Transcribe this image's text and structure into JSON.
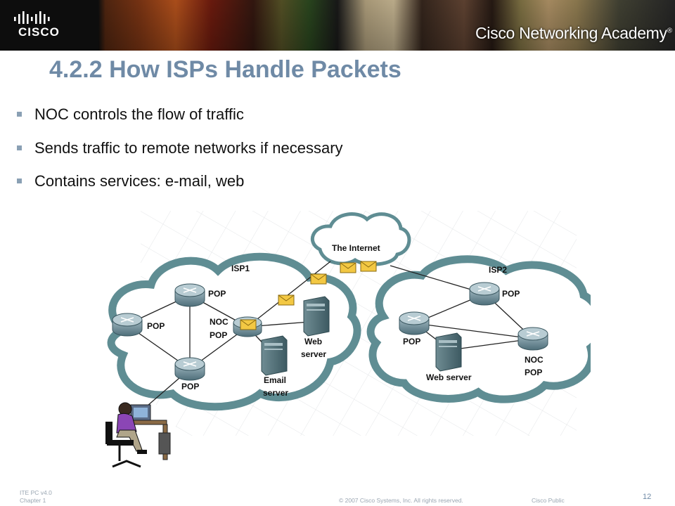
{
  "header": {
    "logo_text": "CISCO",
    "academy_text": "Cisco Networking Academy",
    "trademark": "®"
  },
  "slide": {
    "title": "4.2.2 How ISPs Handle Packets",
    "bullets": [
      "NOC controls the flow of traffic",
      "Sends traffic to remote networks if necessary",
      "Contains services: e-mail, web"
    ]
  },
  "diagram": {
    "internet_label": "The Internet",
    "isp1_label": "ISP1",
    "isp2_label": "ISP2",
    "isp1": {
      "pop_top": "POP",
      "pop_left": "POP",
      "pop_bottom": "POP",
      "noc_line1": "NOC",
      "noc_line2": "POP",
      "web_line1": "Web",
      "web_line2": "server",
      "email_line1": "Email",
      "email_line2": "server"
    },
    "isp2": {
      "pop_top": "POP",
      "pop_left": "POP",
      "noc_line1": "NOC",
      "noc_line2": "POP",
      "web": "Web server"
    }
  },
  "footer": {
    "course_line1": "ITE PC v4.0",
    "course_line2": "Chapter 1",
    "copyright": "© 2007 Cisco Systems, Inc. All rights reserved.",
    "classification": "Cisco Public",
    "page_number": "12"
  }
}
